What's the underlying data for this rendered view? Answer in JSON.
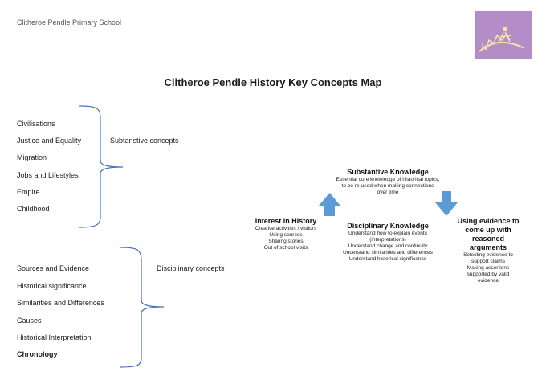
{
  "header": {
    "school_name": "Clitheroe Pendle Primary School"
  },
  "logo": {
    "name": "school-logo",
    "color": "#b48cc8"
  },
  "title": "Clitheroe Pendle History Key Concepts Map",
  "substantive": {
    "label": "Subtanstive concepts",
    "items": [
      "Civilisations",
      "Justice and Equality",
      "Migration",
      "Jobs and Lifestyles",
      "Empire",
      "Childhood"
    ]
  },
  "disciplinary": {
    "label": "Disciplinary concepts",
    "items": [
      "Sources and Evidence",
      "Historical significance",
      "Similarities and Differences",
      "Causes",
      "Historical Interpretation",
      "Chronology"
    ]
  },
  "diagram": {
    "arrow_color": "#5b9bd5",
    "interest": {
      "heading": "Interest in History",
      "lines": [
        "Creative activities / visitors",
        "Using sources",
        "Sharing stories",
        "Out of school visits"
      ]
    },
    "substantive_knowledge": {
      "heading": "Substantive Knowledge",
      "lines": [
        "Essential core knowledge of historical topics,",
        "to be re-used when making connections",
        "over time"
      ]
    },
    "disciplinary_knowledge": {
      "heading": "Disciplinary Knowledge",
      "lines": [
        "Understand how to explain events",
        "(interpretations)",
        "Understand change and continuity",
        "Understand similarities and differences",
        "Understand historical significance"
      ]
    },
    "evidence": {
      "heading": [
        "Using evidence to",
        "come up with",
        "reasoned",
        "arguments"
      ],
      "lines": [
        "Selecting evidence to",
        "support claims",
        "Making assertions",
        "supported by valid",
        "evidence"
      ]
    }
  }
}
